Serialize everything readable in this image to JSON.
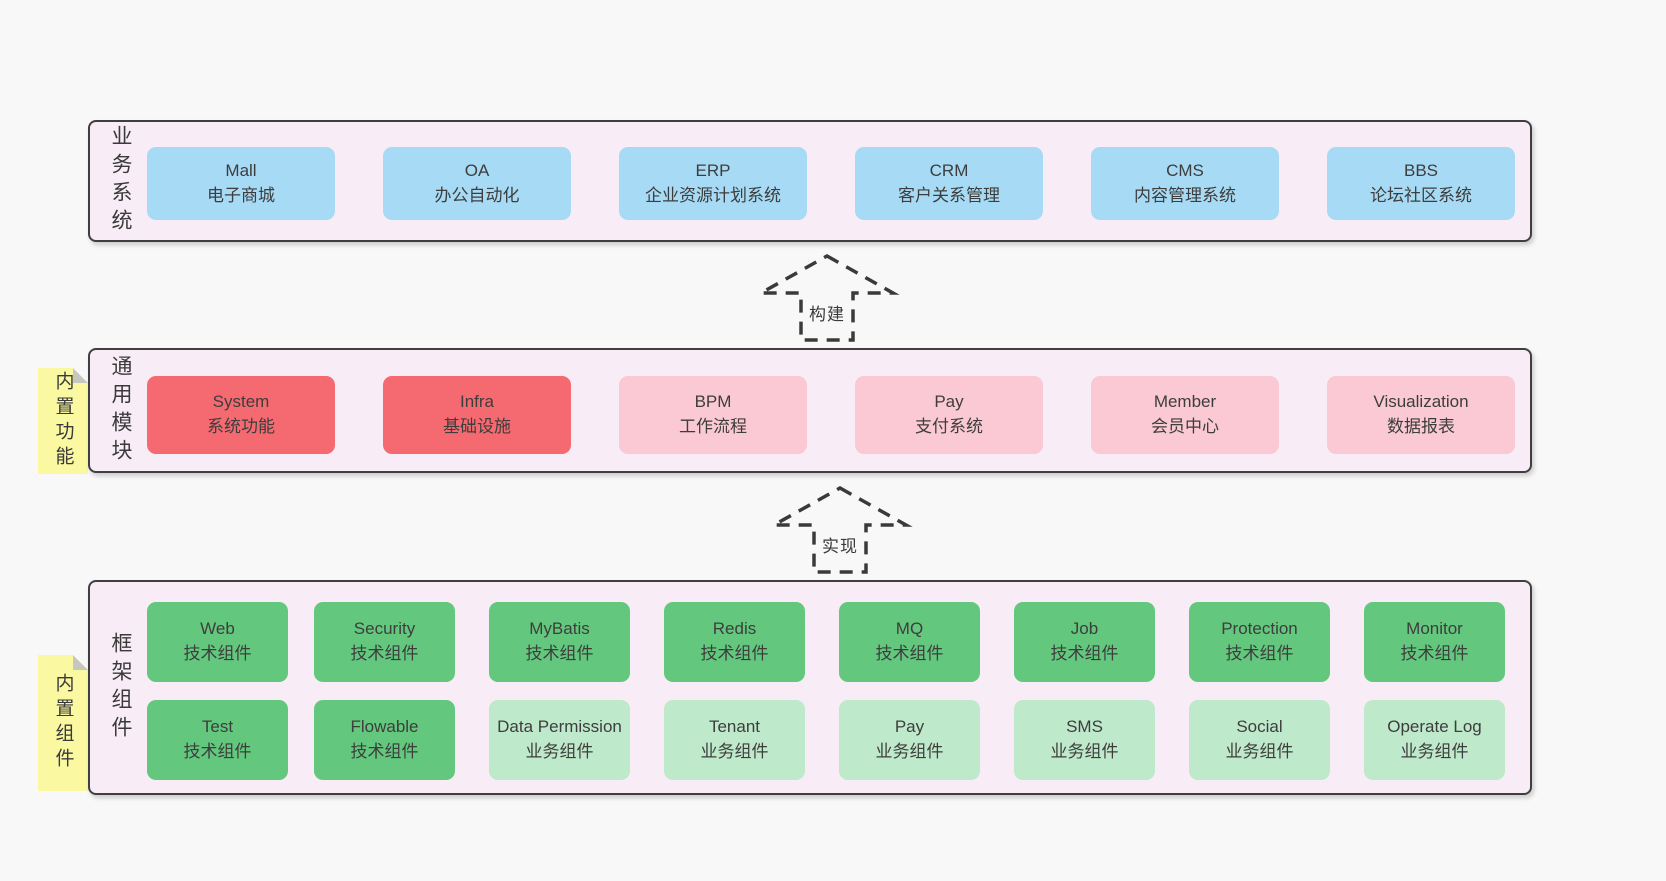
{
  "diagram": {
    "colors": {
      "page_bg": "#f8f8f8",
      "container_bg": "#f8edf6",
      "container_border": "#3f3f3f",
      "business_box": "#a7daf4",
      "core_module_box": "#f56a70",
      "optional_module_box": "#fac9d3",
      "tech_component_box": "#63c87d",
      "biz_component_box": "#bfe9cb",
      "sticky_note": "#fbf8a2"
    },
    "arrows": [
      {
        "label": "构建"
      },
      {
        "label": "实现"
      }
    ],
    "business": {
      "label": "业务系统",
      "items": [
        {
          "name": "Mall",
          "desc": "电子商城"
        },
        {
          "name": "OA",
          "desc": "办公自动化"
        },
        {
          "name": "ERP",
          "desc": "企业资源计划系统"
        },
        {
          "name": "CRM",
          "desc": "客户关系管理"
        },
        {
          "name": "CMS",
          "desc": "内容管理系统"
        },
        {
          "name": "BBS",
          "desc": "论坛社区系统"
        }
      ]
    },
    "modules": {
      "label": "通用模块",
      "note": "内置功能",
      "items": [
        {
          "name": "System",
          "desc": "系统功能"
        },
        {
          "name": "Infra",
          "desc": "基础设施"
        },
        {
          "name": "BPM",
          "desc": "工作流程"
        },
        {
          "name": "Pay",
          "desc": "支付系统"
        },
        {
          "name": "Member",
          "desc": "会员中心"
        },
        {
          "name": "Visualization",
          "desc": "数据报表"
        }
      ]
    },
    "components": {
      "label": "框架组件",
      "note": "内置组件",
      "items": [
        {
          "name": "Web",
          "desc": "技术组件"
        },
        {
          "name": "Security",
          "desc": "技术组件"
        },
        {
          "name": "MyBatis",
          "desc": "技术组件"
        },
        {
          "name": "Redis",
          "desc": "技术组件"
        },
        {
          "name": "MQ",
          "desc": "技术组件"
        },
        {
          "name": "Job",
          "desc": "技术组件"
        },
        {
          "name": "Protection",
          "desc": "技术组件"
        },
        {
          "name": "Monitor",
          "desc": "技术组件"
        },
        {
          "name": "Test",
          "desc": "技术组件"
        },
        {
          "name": "Flowable",
          "desc": "技术组件"
        },
        {
          "name": "Data Permission",
          "desc": "业务组件"
        },
        {
          "name": "Tenant",
          "desc": "业务组件"
        },
        {
          "name": "Pay",
          "desc": "业务组件"
        },
        {
          "name": "SMS",
          "desc": "业务组件"
        },
        {
          "name": "Social",
          "desc": "业务组件"
        },
        {
          "name": "Operate Log",
          "desc": "业务组件"
        }
      ]
    }
  }
}
